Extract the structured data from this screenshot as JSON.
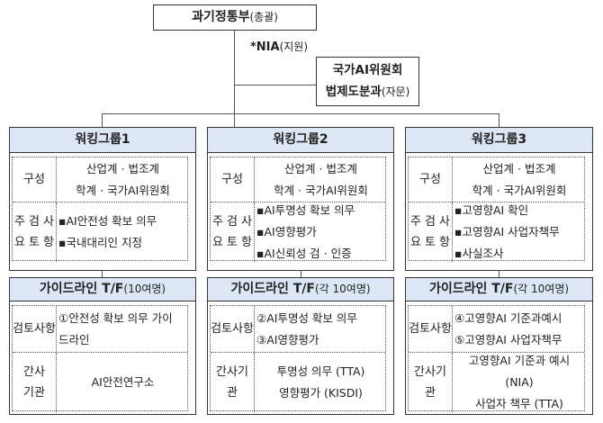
{
  "top": {
    "title": "과기정통부",
    "note": "(총괄)"
  },
  "nia": {
    "title": "*NIA",
    "note": "(지원)"
  },
  "committee": {
    "line1": "국가AI위원회",
    "line2": "법제도분과",
    "note": "(자문)"
  },
  "labels": {
    "composition": "구성",
    "review": [
      "주요",
      "검토",
      "사항"
    ],
    "tf_review": [
      "검토",
      "사항"
    ]
  },
  "groups": [
    {
      "title": "워킹그룹1",
      "composition": [
        "산업계 · 법조계",
        "학계 · 국가AI위원회"
      ],
      "items": [
        "▪AI안전성 확보 의무",
        "▪국내대리인 지정"
      ],
      "tf": {
        "title": "가이드라인 T/F",
        "note": "(10여명)",
        "review": [
          "①안전성 확보 의무 가이",
          "드라인"
        ],
        "org_label": [
          "간사",
          "기관"
        ],
        "org": [
          "AI안전연구소"
        ]
      }
    },
    {
      "title": "워킹그룹2",
      "composition": [
        "산업계 · 법조계",
        "학계 · 국가AI위원회"
      ],
      "items": [
        "▪AI투명성 확보 의무",
        "▪AI영향평가",
        "▪AI신뢰성 검 · 인증"
      ],
      "tf": {
        "title": "가이드라인 T/F",
        "note": "(각 10여명)",
        "review": [
          "②AI투명성 확보 의무",
          "③AI영향평가"
        ],
        "org_label": [
          "간사기",
          "관"
        ],
        "org": [
          "투명성 의무 (TTA)",
          "영향평가 (KISDI)"
        ]
      }
    },
    {
      "title": "워킹그룹3",
      "composition": [
        "산업계 · 법조계",
        "학계 · 국가AI위원회"
      ],
      "items": [
        "▪고영향AI 확인",
        "▪고영향AI 사업자책무",
        "▪사실조사"
      ],
      "tf": {
        "title": "가이드라인 T/F",
        "note": "(각 10여명)",
        "review": [
          "④고영향AI 기준과예시",
          "⑤고영향AI 사업자책무"
        ],
        "org_label": [
          "간사기",
          "관"
        ],
        "org": [
          "고영향AI 기준과 예시",
          "(NIA)",
          "사업자 책무 (TTA)"
        ]
      }
    }
  ]
}
